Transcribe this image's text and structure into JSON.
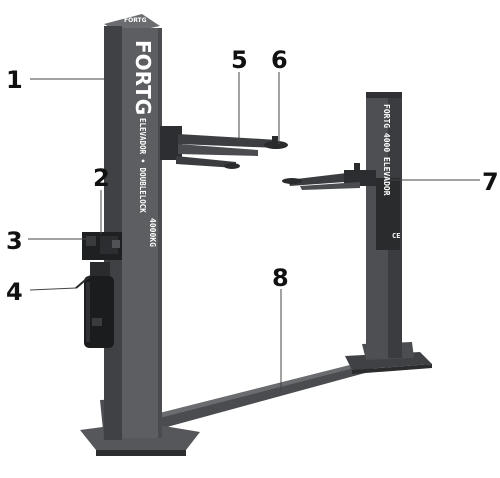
{
  "product": {
    "brand": "FORTG",
    "brand_small": "FORTG",
    "model_line": "ELEVADOR • DOUBLELOCK",
    "capacity": "4000KG",
    "right_column_text": "FORTG 4000 ELEVADOR",
    "right_ce_mark": "CE"
  },
  "callouts": [
    {
      "id": "1",
      "label": "1"
    },
    {
      "id": "2",
      "label": "2"
    },
    {
      "id": "3",
      "label": "3"
    },
    {
      "id": "4",
      "label": "4"
    },
    {
      "id": "5",
      "label": "5"
    },
    {
      "id": "6",
      "label": "6"
    },
    {
      "id": "7",
      "label": "7"
    },
    {
      "id": "8",
      "label": "8"
    }
  ],
  "colors": {
    "column": "#57595c",
    "column_dark": "#2f3134",
    "column_light": "#77797c",
    "arm": "#3a3c3f",
    "motor": "#1d1e20",
    "label": "#111111"
  }
}
